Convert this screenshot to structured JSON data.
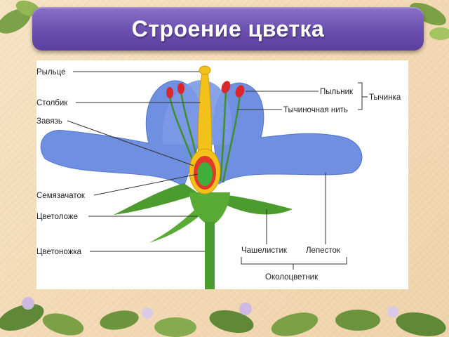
{
  "slide": {
    "title": "Строение цветка"
  },
  "diagram": {
    "labels": {
      "stigma": "Рыльце",
      "style": "Столбик",
      "ovary": "Завязь",
      "ovule": "Семязачаток",
      "receptacle": "Цветоложе",
      "pedicel": "Цветоножка",
      "anther": "Пыльник",
      "filament": "Тычиночная нить",
      "stamen": "Тычинка",
      "sepal": "Чашелистик",
      "petal": "Лепесток",
      "perianth": "Околоцветник"
    },
    "colors": {
      "petal": "#6f8fe0",
      "leaf": "#4c9b2e",
      "pistil": "#f2c21b",
      "ovary_wall": "#e23a2a",
      "anther": "#d8282e",
      "title_bar": "#6a4fae"
    }
  }
}
